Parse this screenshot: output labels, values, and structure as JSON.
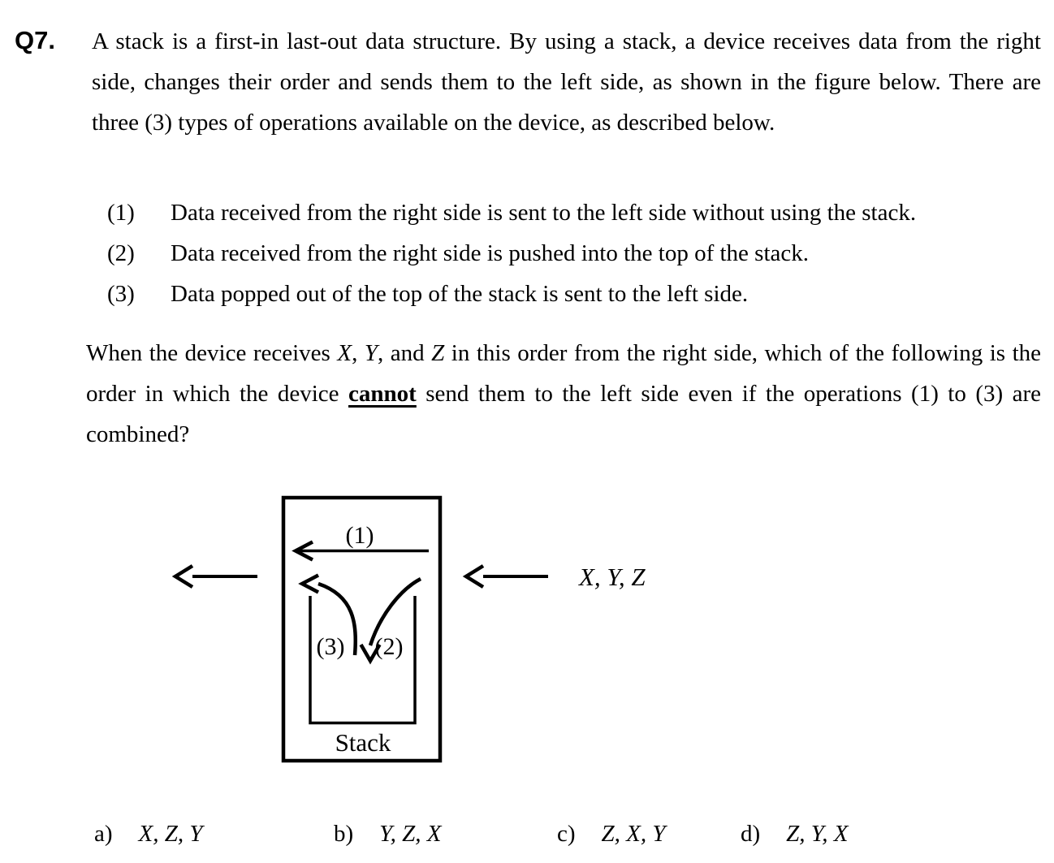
{
  "question": {
    "number": "Q7.",
    "intro": "A stack is a first-in last-out data structure. By using a stack, a device receives data from the right side, changes their order and sends them to the left side, as shown in the figure below. There are three (3) types of operations available on the device, as described below.",
    "operations": [
      {
        "marker": "(1)",
        "text": "Data received from the right side is sent to the left side without using the stack."
      },
      {
        "marker": "(2)",
        "text": "Data received from the right side is pushed into the top of the stack."
      },
      {
        "marker": "(3)",
        "text": "Data popped out of the top of the stack is sent to the left side."
      }
    ],
    "prompt": {
      "s1": "When the device receives ",
      "x": "X",
      "c1": ", ",
      "y": "Y",
      "s2": ", and ",
      "z": "Z",
      "s3": " in this order from the right side, which of the following is the order in which the device ",
      "cannot": "cannot",
      "s4": " send them to the left side even if the operations (1) to (3) are combined?"
    }
  },
  "figure": {
    "op1_label": "(1)",
    "op2_label": "(2)",
    "op3_label": "(3)",
    "stack_label": "Stack",
    "input_sequence": "X, Y, Z"
  },
  "options": [
    {
      "letter": "a)",
      "value": "X, Z, Y"
    },
    {
      "letter": "b)",
      "value": "Y, Z, X"
    },
    {
      "letter": "c)",
      "value": "Z, X, Y"
    },
    {
      "letter": "d)",
      "value": "Z, Y, X"
    }
  ]
}
